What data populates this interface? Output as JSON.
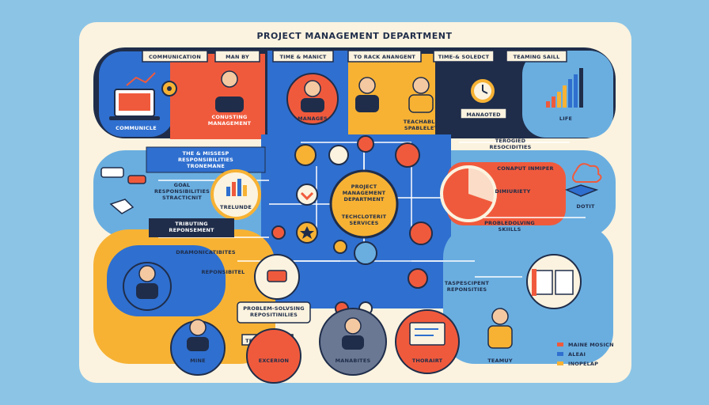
{
  "title": "PROJECT MANAGEMENT DEPARTMENT",
  "top_tags": [
    "COMMUNICATION",
    "MAN BY",
    "TIME & MANICT",
    "TO RACK ANANGENT",
    "TIME-& SOLEDCT",
    "TEAMING SAILL"
  ],
  "top_captions": {
    "communicle": "COMMUNICLE",
    "conusting": "CONUSTING\nMANAGEMENT",
    "manages": "MANAGES",
    "teachable": "TEACHABLE\nSPABLELET",
    "manaoted": "MANAOTED",
    "life": "LIFE"
  },
  "center": {
    "title": "PROJECT\nMANAGEMENT\nDEPARTMENT",
    "sub": "TECHCLOTERIT\nSERVICES"
  },
  "left_notes": {
    "mission": "THE & MISSESP\nRESPONSIBILITIES\nTRONEMANE",
    "goal": "GOAL\nRESPONSIBILITIES\nSTRACTICNIT",
    "badge": "TRELUNDE",
    "tribuing": "TRIBUTING\nREPONSEMENT",
    "dramonic": "DRAMONICATIBITES",
    "reponsibitel": "REPONSIBITEL",
    "problem": "PROBLEM-SOLVSING\nREPOSITINILIES",
    "teamen": "TEAMEN SAILS"
  },
  "right_notes": {
    "teroged": "TEROGIED\nRESOCIDITIES",
    "conaput": "CONAPUT INMIPER",
    "dimiuriety": "DIMIURIETY",
    "dotit": "DOTIT",
    "problesolving": "PROBLEDOLVING\nSKIILLS",
    "taspescipent": "TASPESCIPENT\nREPONSITIES"
  },
  "bottom_captions": {
    "mine": "MINE",
    "excerion": "EXCERION",
    "manabites": "MANABITES",
    "thorairt": "THORAIRT",
    "teamuy": "TEAMUY"
  },
  "legend": [
    "MAINE MOSICN",
    "ALEAI",
    "INOPELAP"
  ],
  "colors": {
    "blue": "#2f6fcf",
    "navy": "#1f2d4a",
    "orange": "#f05a3c",
    "yellow": "#f7b234",
    "light": "#6aaee0",
    "cream": "#fbf3df"
  },
  "icons": [
    "laptop-icon",
    "gear-icon",
    "clock-icon",
    "bar-chart-icon",
    "book-icon",
    "cloud-icon",
    "pie-chart-icon",
    "star-icon",
    "heart-icon",
    "person-icon"
  ]
}
